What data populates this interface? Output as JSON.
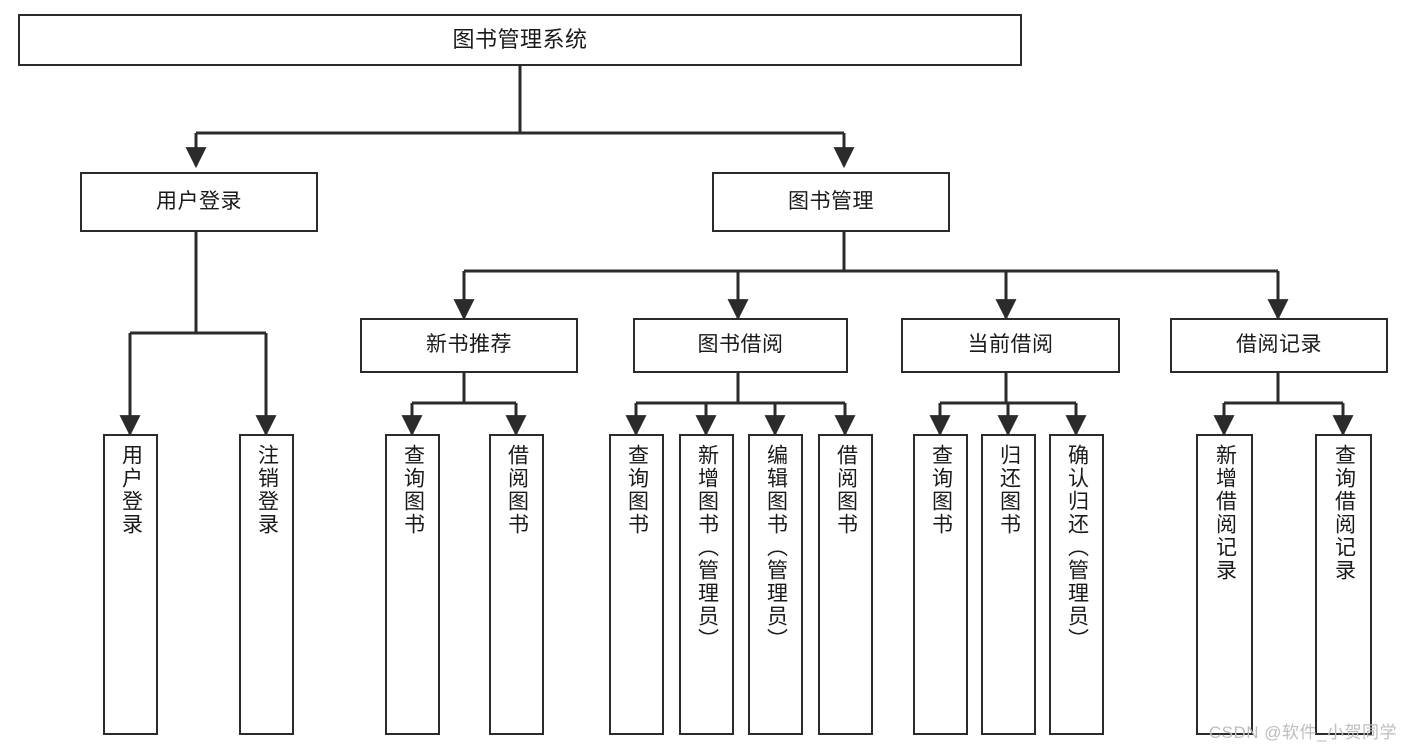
{
  "diagram": {
    "title": "图书管理系统",
    "type": "tree-hierarchy-chart",
    "colors": {
      "stroke": "#2b2b2b",
      "fill": "#ffffff",
      "text": "#1a1a1a",
      "watermark": "#bdbdbd"
    },
    "levels": {
      "root": {
        "label": "图书管理系统"
      },
      "level2": [
        {
          "id": "user-login",
          "label": "用户登录"
        },
        {
          "id": "book-management",
          "label": "图书管理"
        }
      ],
      "level3": [
        {
          "id": "new-book-recommend",
          "label": "新书推荐"
        },
        {
          "id": "book-borrow",
          "label": "图书借阅"
        },
        {
          "id": "current-borrow",
          "label": "当前借阅"
        },
        {
          "id": "borrow-record",
          "label": "借阅记录"
        }
      ],
      "level4": {
        "user_login": [
          {
            "id": "leaf-user-login",
            "label": "用户登录"
          },
          {
            "id": "leaf-logout-login",
            "label": "注销登录"
          }
        ],
        "new_book_recommend": [
          {
            "id": "leaf-query-book-1",
            "label": "查询图书"
          },
          {
            "id": "leaf-borrow-book-1",
            "label": "借阅图书"
          }
        ],
        "book_borrow": [
          {
            "id": "leaf-query-book-2",
            "label": "查询图书"
          },
          {
            "id": "leaf-add-book",
            "label": "新增图书（管理员）"
          },
          {
            "id": "leaf-edit-book",
            "label": "编辑图书（管理员）"
          },
          {
            "id": "leaf-borrow-book-2",
            "label": "借阅图书"
          }
        ],
        "current_borrow": [
          {
            "id": "leaf-query-book-3",
            "label": "查询图书"
          },
          {
            "id": "leaf-return-book",
            "label": "归还图书"
          },
          {
            "id": "leaf-confirm-return",
            "label": "确认归还（管理员）"
          }
        ],
        "borrow_record": [
          {
            "id": "leaf-add-borrow-record",
            "label": "新增借阅记录"
          },
          {
            "id": "leaf-query-borrow-record",
            "label": "查询借阅记录"
          }
        ]
      }
    },
    "watermark": "CSDN @软件_小贺同学"
  }
}
